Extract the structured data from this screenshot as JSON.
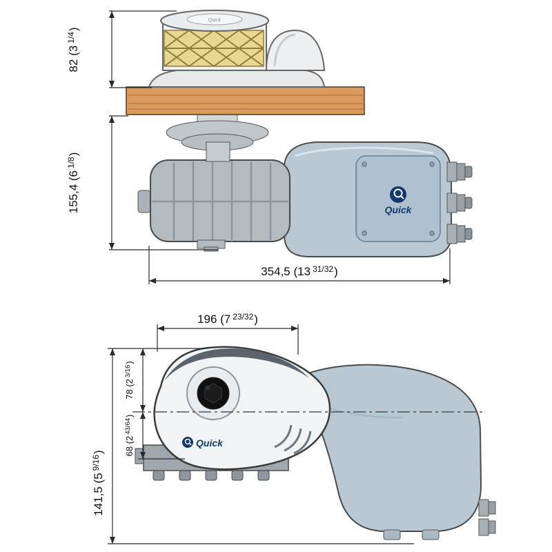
{
  "brand": {
    "name": "Quick"
  },
  "dimensions": {
    "side_view": {
      "height_above_deck": {
        "value": "82 (3",
        "fraction": "1/4",
        "close": ")"
      },
      "height_below_deck": {
        "value": "155,4 (6",
        "fraction": "1/8",
        "close": ")"
      },
      "overall_length": {
        "value": "354,5 (13",
        "fraction": "31/32",
        "close": ")"
      }
    },
    "front_view": {
      "gypsy_width": {
        "value": "196 (7",
        "fraction": "23/32",
        "close": ")"
      },
      "above_centerline": {
        "value": "78 (2",
        "fraction": "3/16",
        "close": ")"
      },
      "below_centerline": {
        "value": "68 (2",
        "fraction": "43/64",
        "close": ")"
      },
      "overall_height": {
        "value": "141,5 (5",
        "fraction": "9/16",
        "close": ")"
      }
    }
  }
}
